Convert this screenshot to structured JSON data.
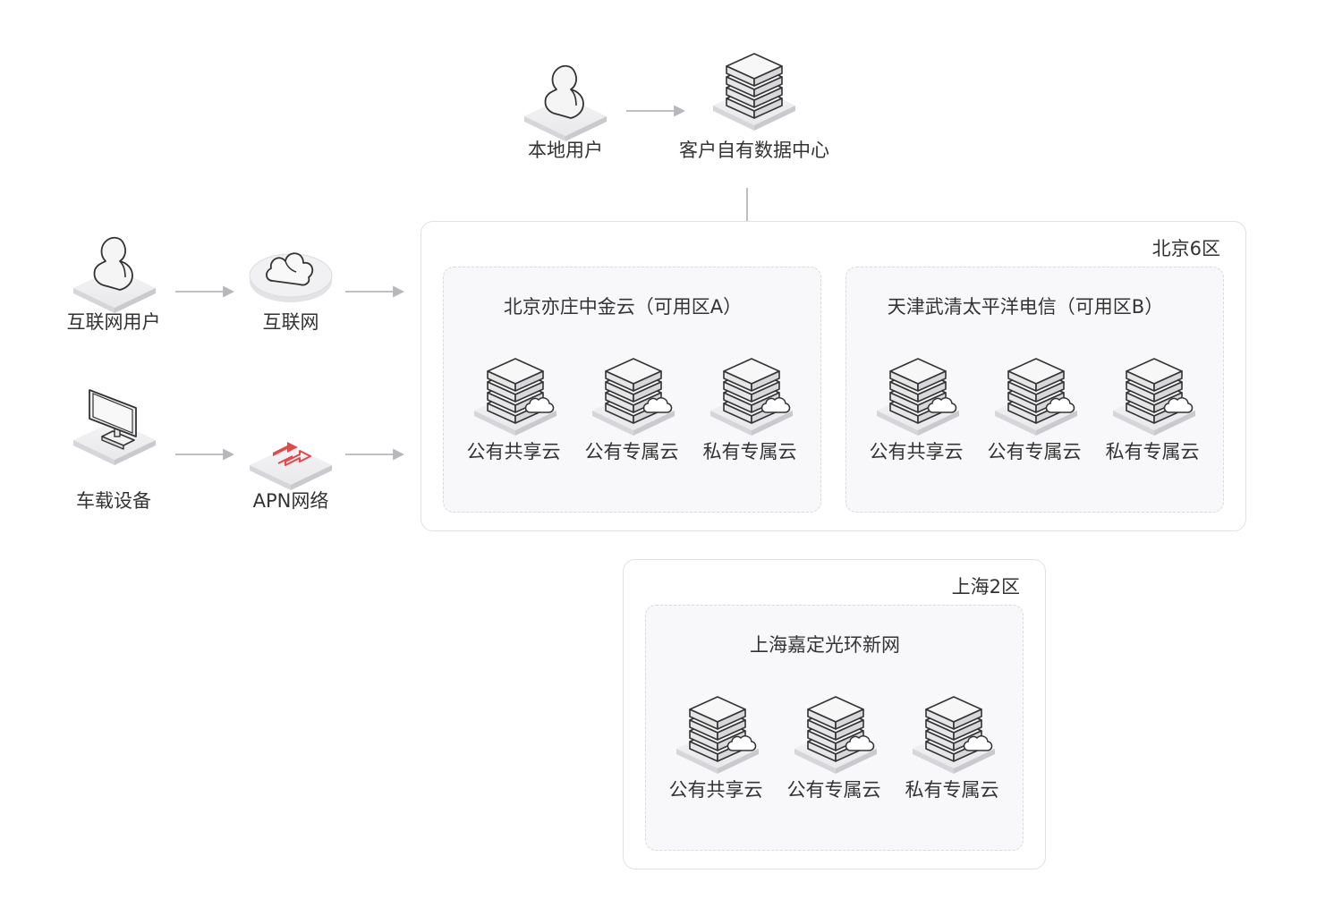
{
  "top": {
    "local_user": "本地用户",
    "customer_dc": "客户自有数据中心"
  },
  "left": {
    "internet_user": "互联网用户",
    "internet": "互联网",
    "vehicle": "车载设备",
    "apn": "APN网络"
  },
  "beijing": {
    "region": "北京6区",
    "zone_a": {
      "title": "北京亦庄中金云（可用区A）",
      "items": [
        "公有共享云",
        "公有专属云",
        "私有专属云"
      ]
    },
    "zone_b": {
      "title": "天津武清太平洋电信（可用区B）",
      "items": [
        "公有共享云",
        "公有专属云",
        "私有专属云"
      ]
    }
  },
  "shanghai": {
    "region": "上海2区",
    "zone": {
      "title": "上海嘉定光环新网",
      "items": [
        "公有共享云",
        "公有专属云",
        "私有专属云"
      ]
    }
  },
  "colors": {
    "accent_red": "#e8474a",
    "arrow": "#b8b8bc"
  }
}
